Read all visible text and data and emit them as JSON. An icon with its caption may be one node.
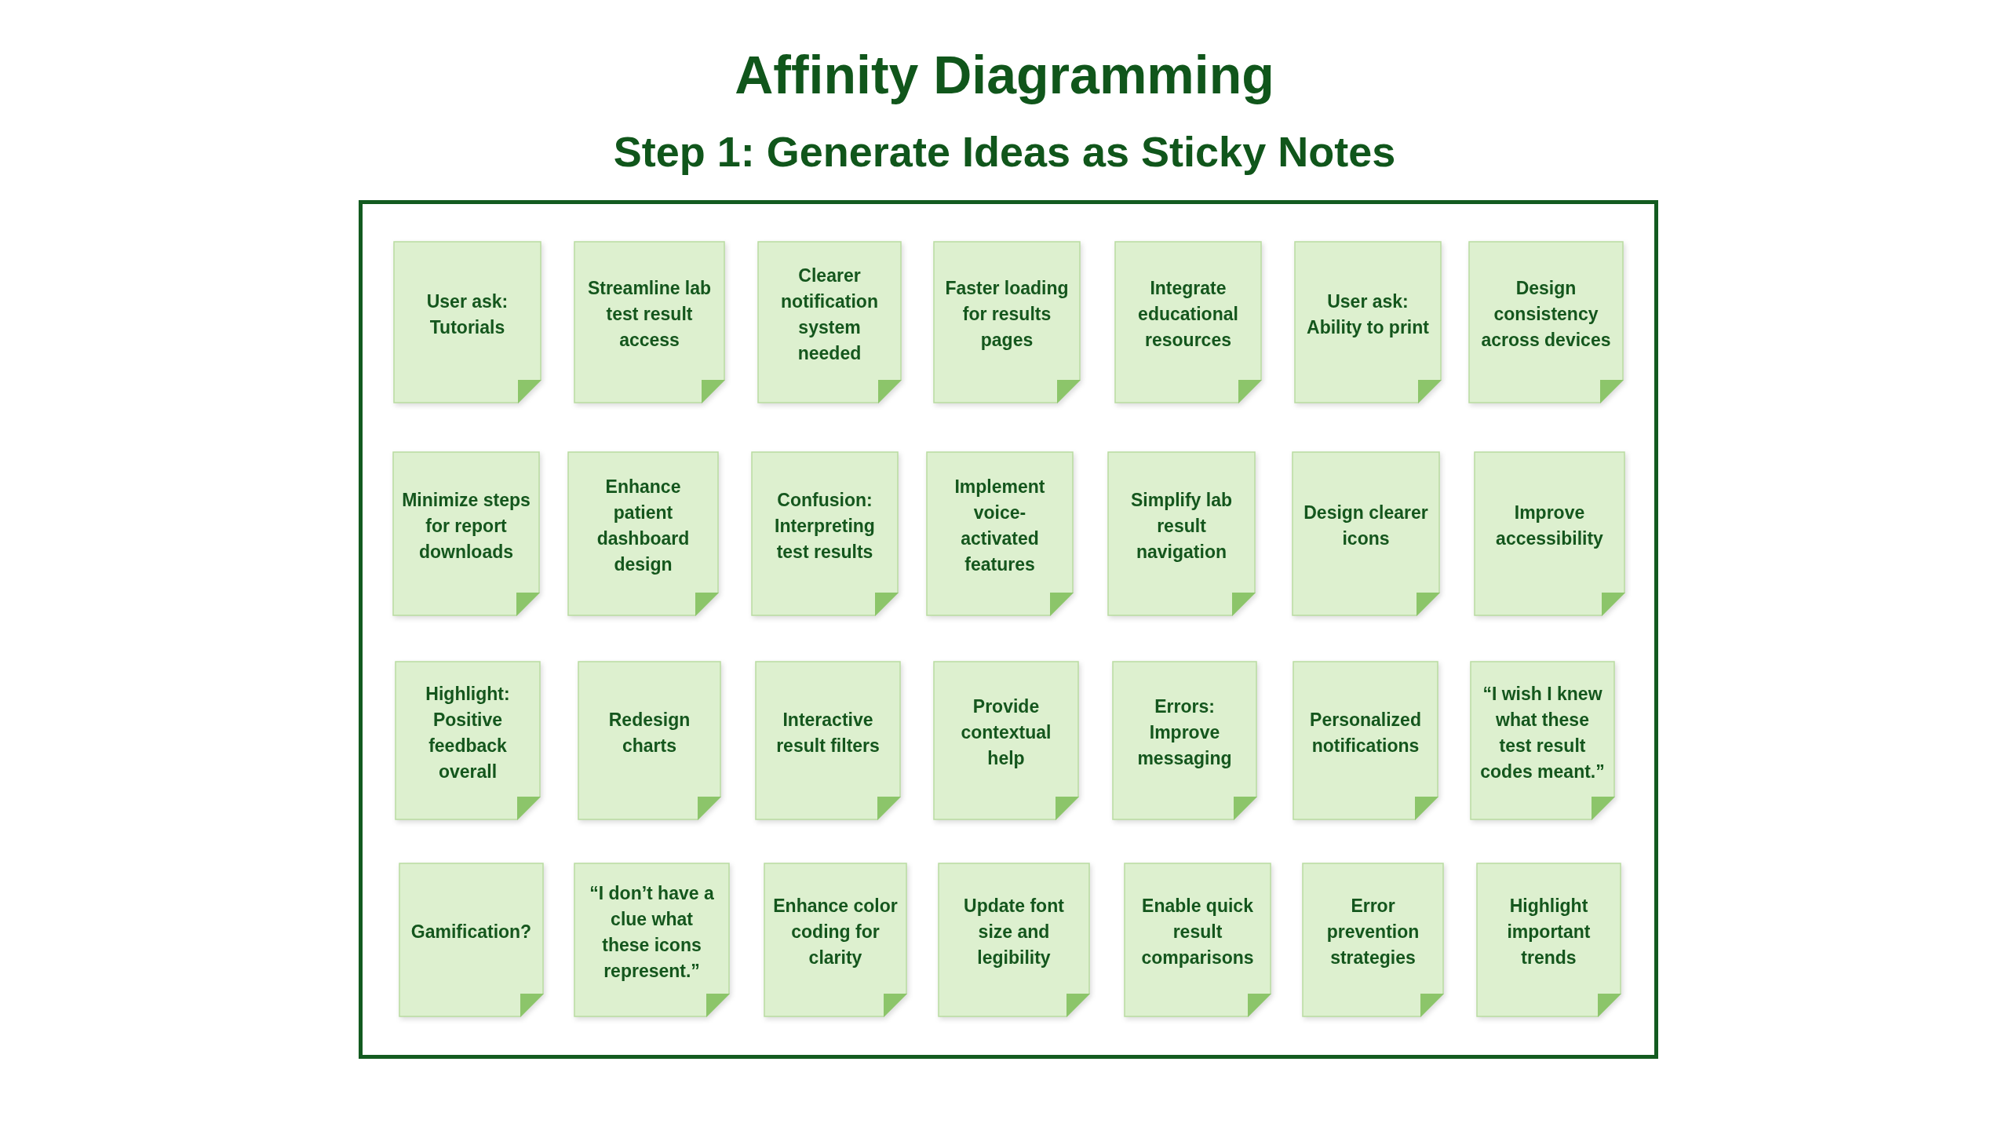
{
  "diagram": {
    "title": "Affinity Diagramming",
    "labels": [
      "Step 1: Generate Ideas as Sticky Notes"
    ],
    "nodes": [
      {
        "text": [],
        "shape": "box"
      },
      {
        "text": [
          "User ask: Tutorials"
        ],
        "in": 0
      },
      {
        "text": [
          "Streamline lab test result access"
        ],
        "in": 0
      },
      {
        "text": [
          "Clearer notification system needed"
        ],
        "in": 0
      },
      {
        "text": [
          "Faster loading for results pages"
        ],
        "in": 0
      },
      {
        "text": [
          "Integrate educational resources"
        ],
        "in": 0
      },
      {
        "text": [
          "User ask: Ability to print"
        ],
        "in": 0
      },
      {
        "text": [
          "Design consistency across devices"
        ],
        "in": 0
      },
      {
        "text": [
          "Minimize steps for report downloads"
        ],
        "in": 0
      },
      {
        "text": [
          "Enhance patient dashboard design"
        ],
        "in": 0
      },
      {
        "text": [
          "Confusion: Interpreting test results"
        ],
        "in": 0
      },
      {
        "text": [
          "Implement voice-activated features"
        ],
        "in": 0
      },
      {
        "text": [
          "Simplify lab result navigation"
        ],
        "in": 0
      },
      {
        "text": [
          "Design clearer icons"
        ],
        "in": 0
      },
      {
        "text": [
          "Improve accessibility"
        ],
        "in": 0
      },
      {
        "text": [
          "Highlight: Positive feedback overall"
        ],
        "in": 0
      },
      {
        "text": [
          "Redesign charts"
        ],
        "in": 0
      },
      {
        "text": [
          "Interactive result filters"
        ],
        "in": 0
      },
      {
        "text": [
          "Provide contextual help"
        ],
        "in": 0
      },
      {
        "text": [
          "Errors: Improve messaging"
        ],
        "in": 0
      },
      {
        "text": [
          "Personalized notifications"
        ],
        "in": 0
      },
      {
        "text": [
          "“I wish I knew what these test result codes meant.”"
        ],
        "in": 0
      },
      {
        "text": [
          "Gamification?"
        ],
        "in": 0
      },
      {
        "text": [
          "“I don’t have a clue what these icons represent.”"
        ],
        "in": 0
      },
      {
        "text": [
          "Enhance color coding for clarity"
        ],
        "in": 0
      },
      {
        "text": [
          "Update font size and legibility"
        ],
        "in": 0
      },
      {
        "text": [
          "Enable quick result comparisons"
        ],
        "in": 0
      },
      {
        "text": [
          "Error prevention strategies"
        ],
        "in": 0
      },
      {
        "text": [
          "Highlight important trends"
        ],
        "in": 0
      }
    ]
  }
}
